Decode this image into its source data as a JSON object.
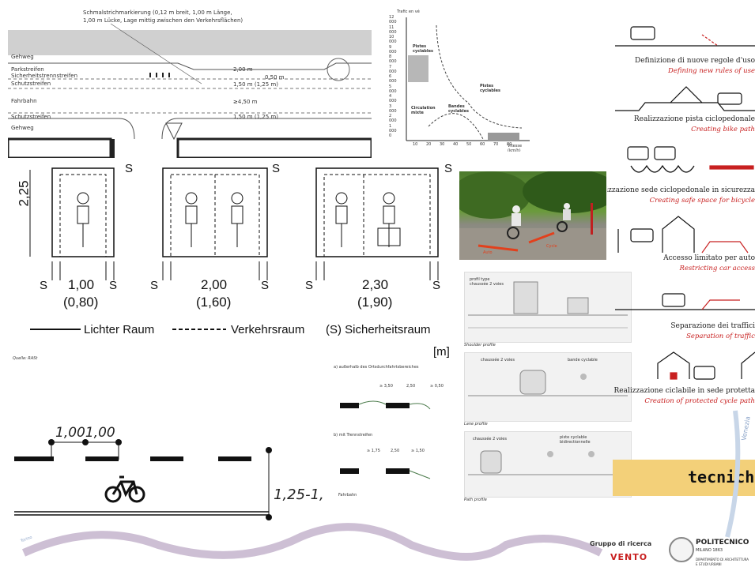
{
  "top_plan": {
    "note_line1": "Schmalstrichmarkierung (0,12 m breit, 1,00 m Länge,",
    "note_line2": "1,00 m Lücke, Lage mittig zwischen den Verkehrsflächen)",
    "gehweg1": "Gehweg",
    "parkstreifen": "Parkstreifen",
    "sicherheit": "Sicherheitstrennstreifen",
    "schutz1": "Schutzstreifen",
    "fahrbahn": "Fahrbahn",
    "schutz2": "Schutzstreifen",
    "gehweg2": "Gehweg",
    "d1": "2,00 m",
    "d2": "0,50 m",
    "d3": "1,50 m (1,25 m)",
    "d4": "≥4,50 m",
    "d5": "1,50 m (1,25 m)"
  },
  "french_chart": {
    "ylabel": "Trafic en vé",
    "yticks": [
      "12 000",
      "11 000",
      "10 000",
      "9 000",
      "8 000",
      "7 000",
      "6 000",
      "5 000",
      "4 000",
      "3 000",
      "2 000",
      "1 000",
      "0"
    ],
    "xticks": [
      "10",
      "20",
      "30",
      "40",
      "50",
      "60",
      "70",
      "80"
    ],
    "xlabel": "Vitesse (km/h)",
    "zone_pistes": "Pistes cyclables",
    "zone_pistes2": "Pistes cyclables",
    "zone_mixte": "Circulation mixte",
    "zone_bandes": "Bandes cyclables"
  },
  "cyclist_profiles": {
    "height": "2,25",
    "s_label": "S",
    "w1": "1,00",
    "w1b": "(0,80)",
    "w2": "2,00",
    "w2b": "(1,60)",
    "w3": "2,30",
    "w3b": "(1,90)",
    "legend_lichter": "Lichter Raum",
    "legend_verkehr": "Verkehrsraum",
    "legend_sicher": "(S) Sicherheitsraum",
    "unit": "[m]",
    "source": "Quelle: RASt"
  },
  "marking": {
    "dims": "1,001,00",
    "lateral": "1,25-1,"
  },
  "cross_sections": {
    "a_label": "a) außerhalb des Ortsdurchfahrtsbereiches",
    "b_label": "b) mit Trennstreifen",
    "a_d1": "≥ 3,50",
    "a_d2": "2,50",
    "a_d3": "≥ 0,50",
    "b_d1": "≥ 1,75",
    "b_d2": "2,50",
    "b_d3": "≥ 1,50",
    "footer": "Fahrbahn"
  },
  "french_profiles": {
    "p1_title": "profil type chaussée 2 voies",
    "p1_caption": "Shoulder profile",
    "p2_left": "chaussée 2 voies",
    "p2_right": "bande cyclable",
    "p2_caption": "Lane profile",
    "p3_left": "chaussée 2 voies",
    "p3_right": "piste cyclable bidirectionnelle",
    "p3_caption": "Path profile"
  },
  "photo": {
    "label1": "Auto",
    "label2": "Cycle"
  },
  "italian_steps": [
    {
      "it": "Definizione di nuove regole d'uso",
      "en": "Defining new rules of use"
    },
    {
      "it": "Realizzazione pista ciclopedonale",
      "en": "Creating bike path"
    },
    {
      "it": "Realizzazione sede ciclopedonale in sicurezza",
      "en": "Creating safe space for bicycle"
    },
    {
      "it": "Accesso limitato per auto",
      "en": "Restricting car access"
    },
    {
      "it": "Separazione dei traffici",
      "en": "Separation of traffic"
    },
    {
      "it": "Realizzazione ciclabile in sede protetta",
      "en": "Creation of protected cycle path"
    }
  ],
  "banner": {
    "title": "tecniche"
  },
  "footer": {
    "gruppo": "Gruppo di ricerca",
    "vento": "VENTO",
    "poli": "POLITECNICO",
    "milano": "MILANO 1863",
    "dip1": "DIPARTIMENTO DI ARCHITETTURA",
    "dip2": "E STUDI URBANI",
    "venezia": "Venezia",
    "torino": "Torino"
  },
  "colors": {
    "accent_red": "#c82020",
    "banner_yellow": "#f3d079",
    "road_gray": "#d9d9d9",
    "river": "#b8a4c2"
  }
}
